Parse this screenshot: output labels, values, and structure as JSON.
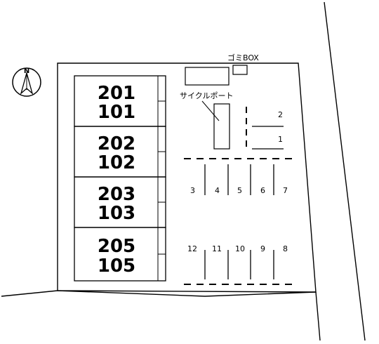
{
  "compass": {
    "label": "N",
    "icon": "north-arrow-icon"
  },
  "building_units": [
    {
      "upper": "201",
      "lower": "101"
    },
    {
      "upper": "202",
      "lower": "102"
    },
    {
      "upper": "203",
      "lower": "103"
    },
    {
      "upper": "205",
      "lower": "105"
    }
  ],
  "facilities": {
    "garbage_box": "ゴミBOX",
    "cycle_port": "サイクルポート"
  },
  "parking": {
    "upper_right": [
      "2",
      "1"
    ],
    "middle_row": [
      "3",
      "4",
      "5",
      "6",
      "7"
    ],
    "bottom_row": [
      "12",
      "11",
      "10",
      "9",
      "8"
    ]
  }
}
